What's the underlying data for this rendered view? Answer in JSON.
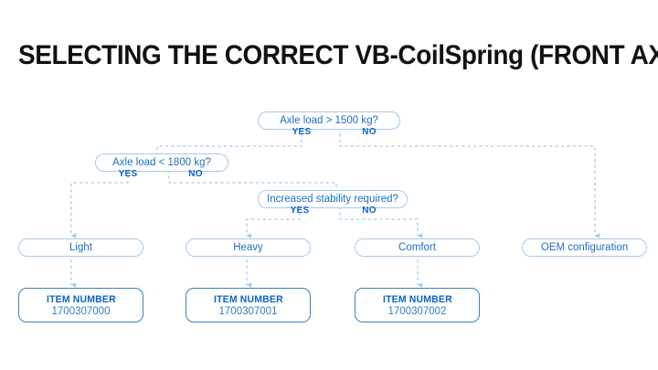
{
  "page": {
    "title": "SELECTING THE CORRECT VB-CoilSpring (FRONT AXLE)",
    "background": "#ffffff",
    "accent_blue": "#1c6fc4",
    "line_blue": "#a8c9e8",
    "title_color": "#111111"
  },
  "labels": {
    "yes": "YES",
    "no": "NO"
  },
  "decisions": [
    {
      "id": "axle-load-1500",
      "text": "Axle load > 1500 kg?",
      "yes": "YES",
      "no": "NO"
    },
    {
      "id": "axle-load-1800",
      "text": "Axle load < 1800 kg?",
      "yes": "YES",
      "no": "NO"
    },
    {
      "id": "increased-stability",
      "text": "Increased stability required?",
      "yes": "YES",
      "no": "NO"
    }
  ],
  "results": [
    {
      "id": "light",
      "text": "Light"
    },
    {
      "id": "heavy",
      "text": "Heavy"
    },
    {
      "id": "comfort",
      "text": "Comfort"
    },
    {
      "id": "oem",
      "text": "OEM configuration"
    }
  ],
  "item_numbers": [
    {
      "id": "item-light",
      "title": "ITEM NUMBER",
      "number": "1700307000"
    },
    {
      "id": "item-heavy",
      "title": "ITEM NUMBER",
      "number": "1700307001"
    },
    {
      "id": "item-comfort",
      "title": "ITEM NUMBER",
      "number": "1700307002"
    }
  ],
  "flow": {
    "type": "decision-tree",
    "edges": [
      {
        "from": "axle-load-1500",
        "branch": "YES",
        "to": "axle-load-1800"
      },
      {
        "from": "axle-load-1500",
        "branch": "NO",
        "to": "oem"
      },
      {
        "from": "axle-load-1800",
        "branch": "YES",
        "to": "light"
      },
      {
        "from": "axle-load-1800",
        "branch": "NO",
        "to": "increased-stability"
      },
      {
        "from": "increased-stability",
        "branch": "YES",
        "to": "heavy"
      },
      {
        "from": "increased-stability",
        "branch": "NO",
        "to": "comfort"
      },
      {
        "from": "light",
        "branch": "",
        "to": "item-light"
      },
      {
        "from": "heavy",
        "branch": "",
        "to": "item-heavy"
      },
      {
        "from": "comfort",
        "branch": "",
        "to": "item-comfort"
      }
    ]
  }
}
